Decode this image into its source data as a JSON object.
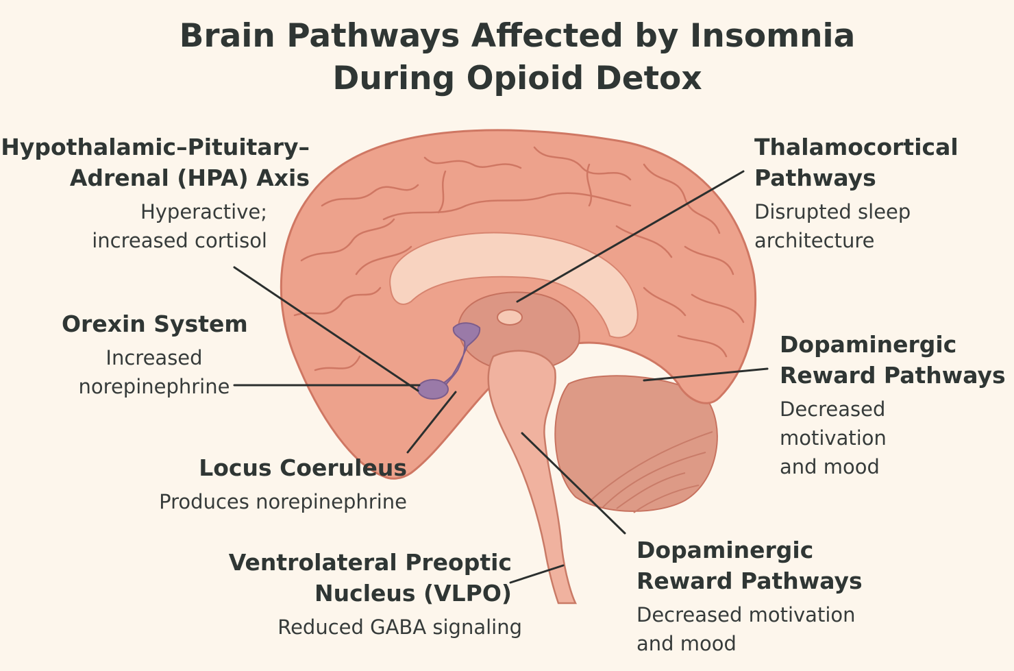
{
  "title": {
    "line1": "Brain Pathways Affected by Insomnia",
    "line2": "During Opioid Detox"
  },
  "labels": {
    "hpa": {
      "heading_line1": "Hypothalamic–Pituitary–",
      "heading_line2": "Adrenal (HPA) Axis",
      "desc_line1": "Hyperactive;",
      "desc_line2": "increased cortisol"
    },
    "orexin": {
      "heading": "Orexin System",
      "desc_line1": "Increased",
      "desc_line2": "norepinephrine"
    },
    "locus": {
      "heading": "Locus Coeruleus",
      "desc": "Produces norepinephrine"
    },
    "vlpo": {
      "heading_line1": "Ventrolateral Preoptic",
      "heading_line2": "Nucleus (VLPO)",
      "desc": "Reduced GABA signaling"
    },
    "thalamo": {
      "heading_line1": "Thalamocortical",
      "heading_line2": "Pathways",
      "desc_line1": "Disrupted sleep",
      "desc_line2": "architecture"
    },
    "dopa_upper": {
      "heading_line1": "Dopaminergic",
      "heading_line2": "Reward Pathways",
      "desc_line1": "Decreased",
      "desc_line2": "motivation",
      "desc_line3": "and mood"
    },
    "dopa_lower": {
      "heading_line1": "Dopaminergic",
      "heading_line2": "Reward Pathways",
      "desc_line1": "Decreased motivation",
      "desc_line2": "and mood"
    }
  },
  "colors": {
    "background": "#fdf6ec",
    "cortex": "#eda28c",
    "cortex_outline": "#d07a66",
    "corpus_callosum": "#f8d2bf",
    "thalamus": "#dc9583",
    "brainstem": "#f0b29f",
    "cerebellum": "#e5a08c",
    "hypothalamus": "#9a7aa8",
    "leader_line": "#2b2f2e",
    "text": "#2f3634"
  }
}
